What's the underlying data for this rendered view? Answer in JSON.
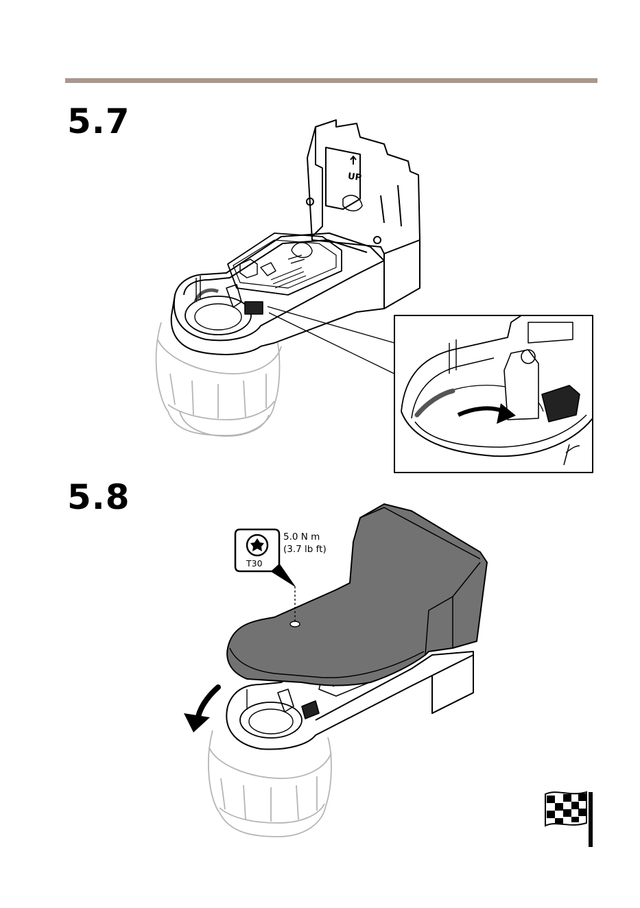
{
  "steps": [
    {
      "number": "5.7"
    },
    {
      "number": "5.8"
    }
  ],
  "torque": {
    "metric": "5.0 N m",
    "imperial": "(3.7 lb ft)",
    "bit": "T30",
    "icon": "torx-bit-icon"
  },
  "label_up": "UP",
  "finish_icon": "checkered-flag-icon"
}
